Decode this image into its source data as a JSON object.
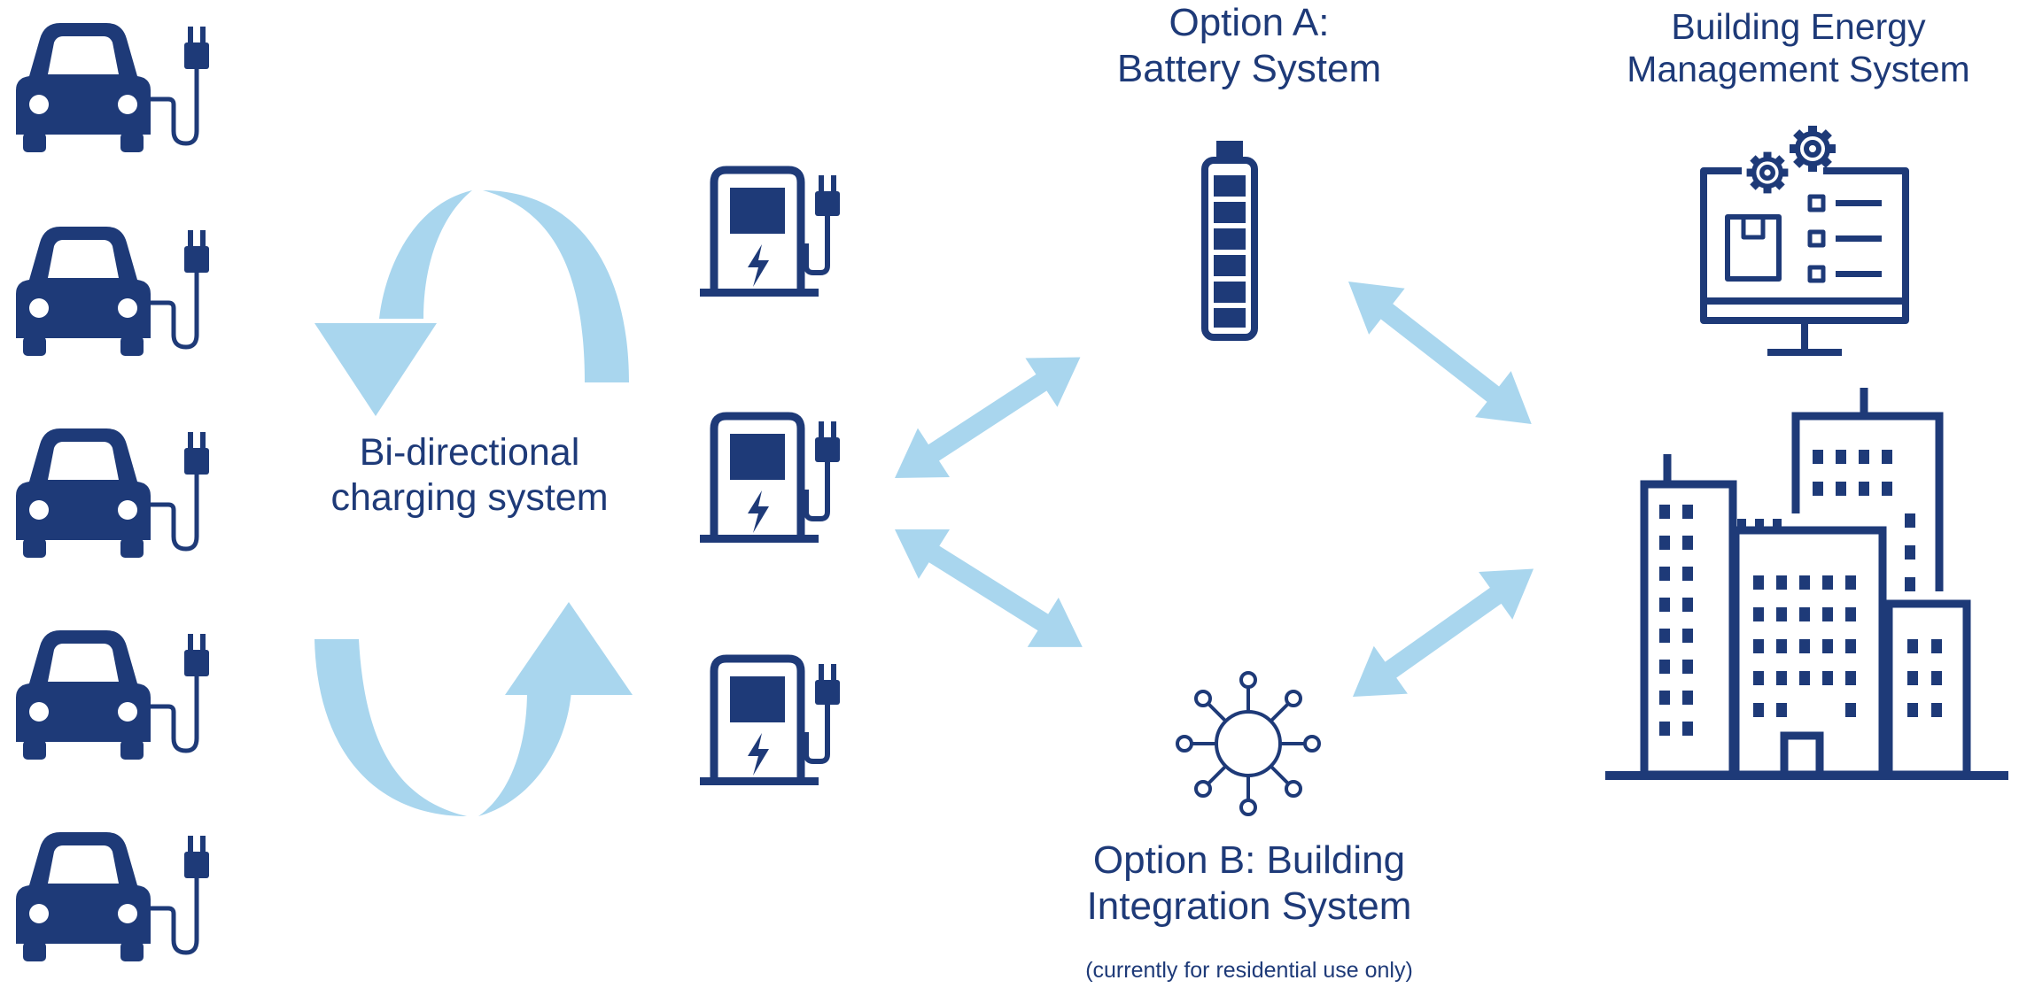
{
  "colors": {
    "navy": "#1e3a78",
    "arrow": "#a9d6ee",
    "background": "#ffffff"
  },
  "labels": {
    "bidirectional": [
      "Bi-directional",
      "charging system"
    ],
    "option_a": [
      "Option A:",
      "Battery System"
    ],
    "bems": [
      "Building Energy",
      "Management System"
    ],
    "option_b": [
      "Option B: Building",
      "Integration System"
    ],
    "option_b_note": "(currently for residential use only)"
  },
  "icons": {
    "cars": [
      "car-icon",
      "car-icon",
      "car-icon",
      "car-icon",
      "car-icon"
    ],
    "car_plug": "plug-icon",
    "chargers": [
      "charging-station-icon",
      "charging-station-icon",
      "charging-station-icon"
    ],
    "battery": "battery-icon",
    "hub": "network-hub-icon",
    "monitor": "monitor-gears-icon",
    "buildings": "city-buildings-icon",
    "cycle_arrows": "circular-arrows-icon",
    "connectors": "double-headed-arrow-icon"
  }
}
